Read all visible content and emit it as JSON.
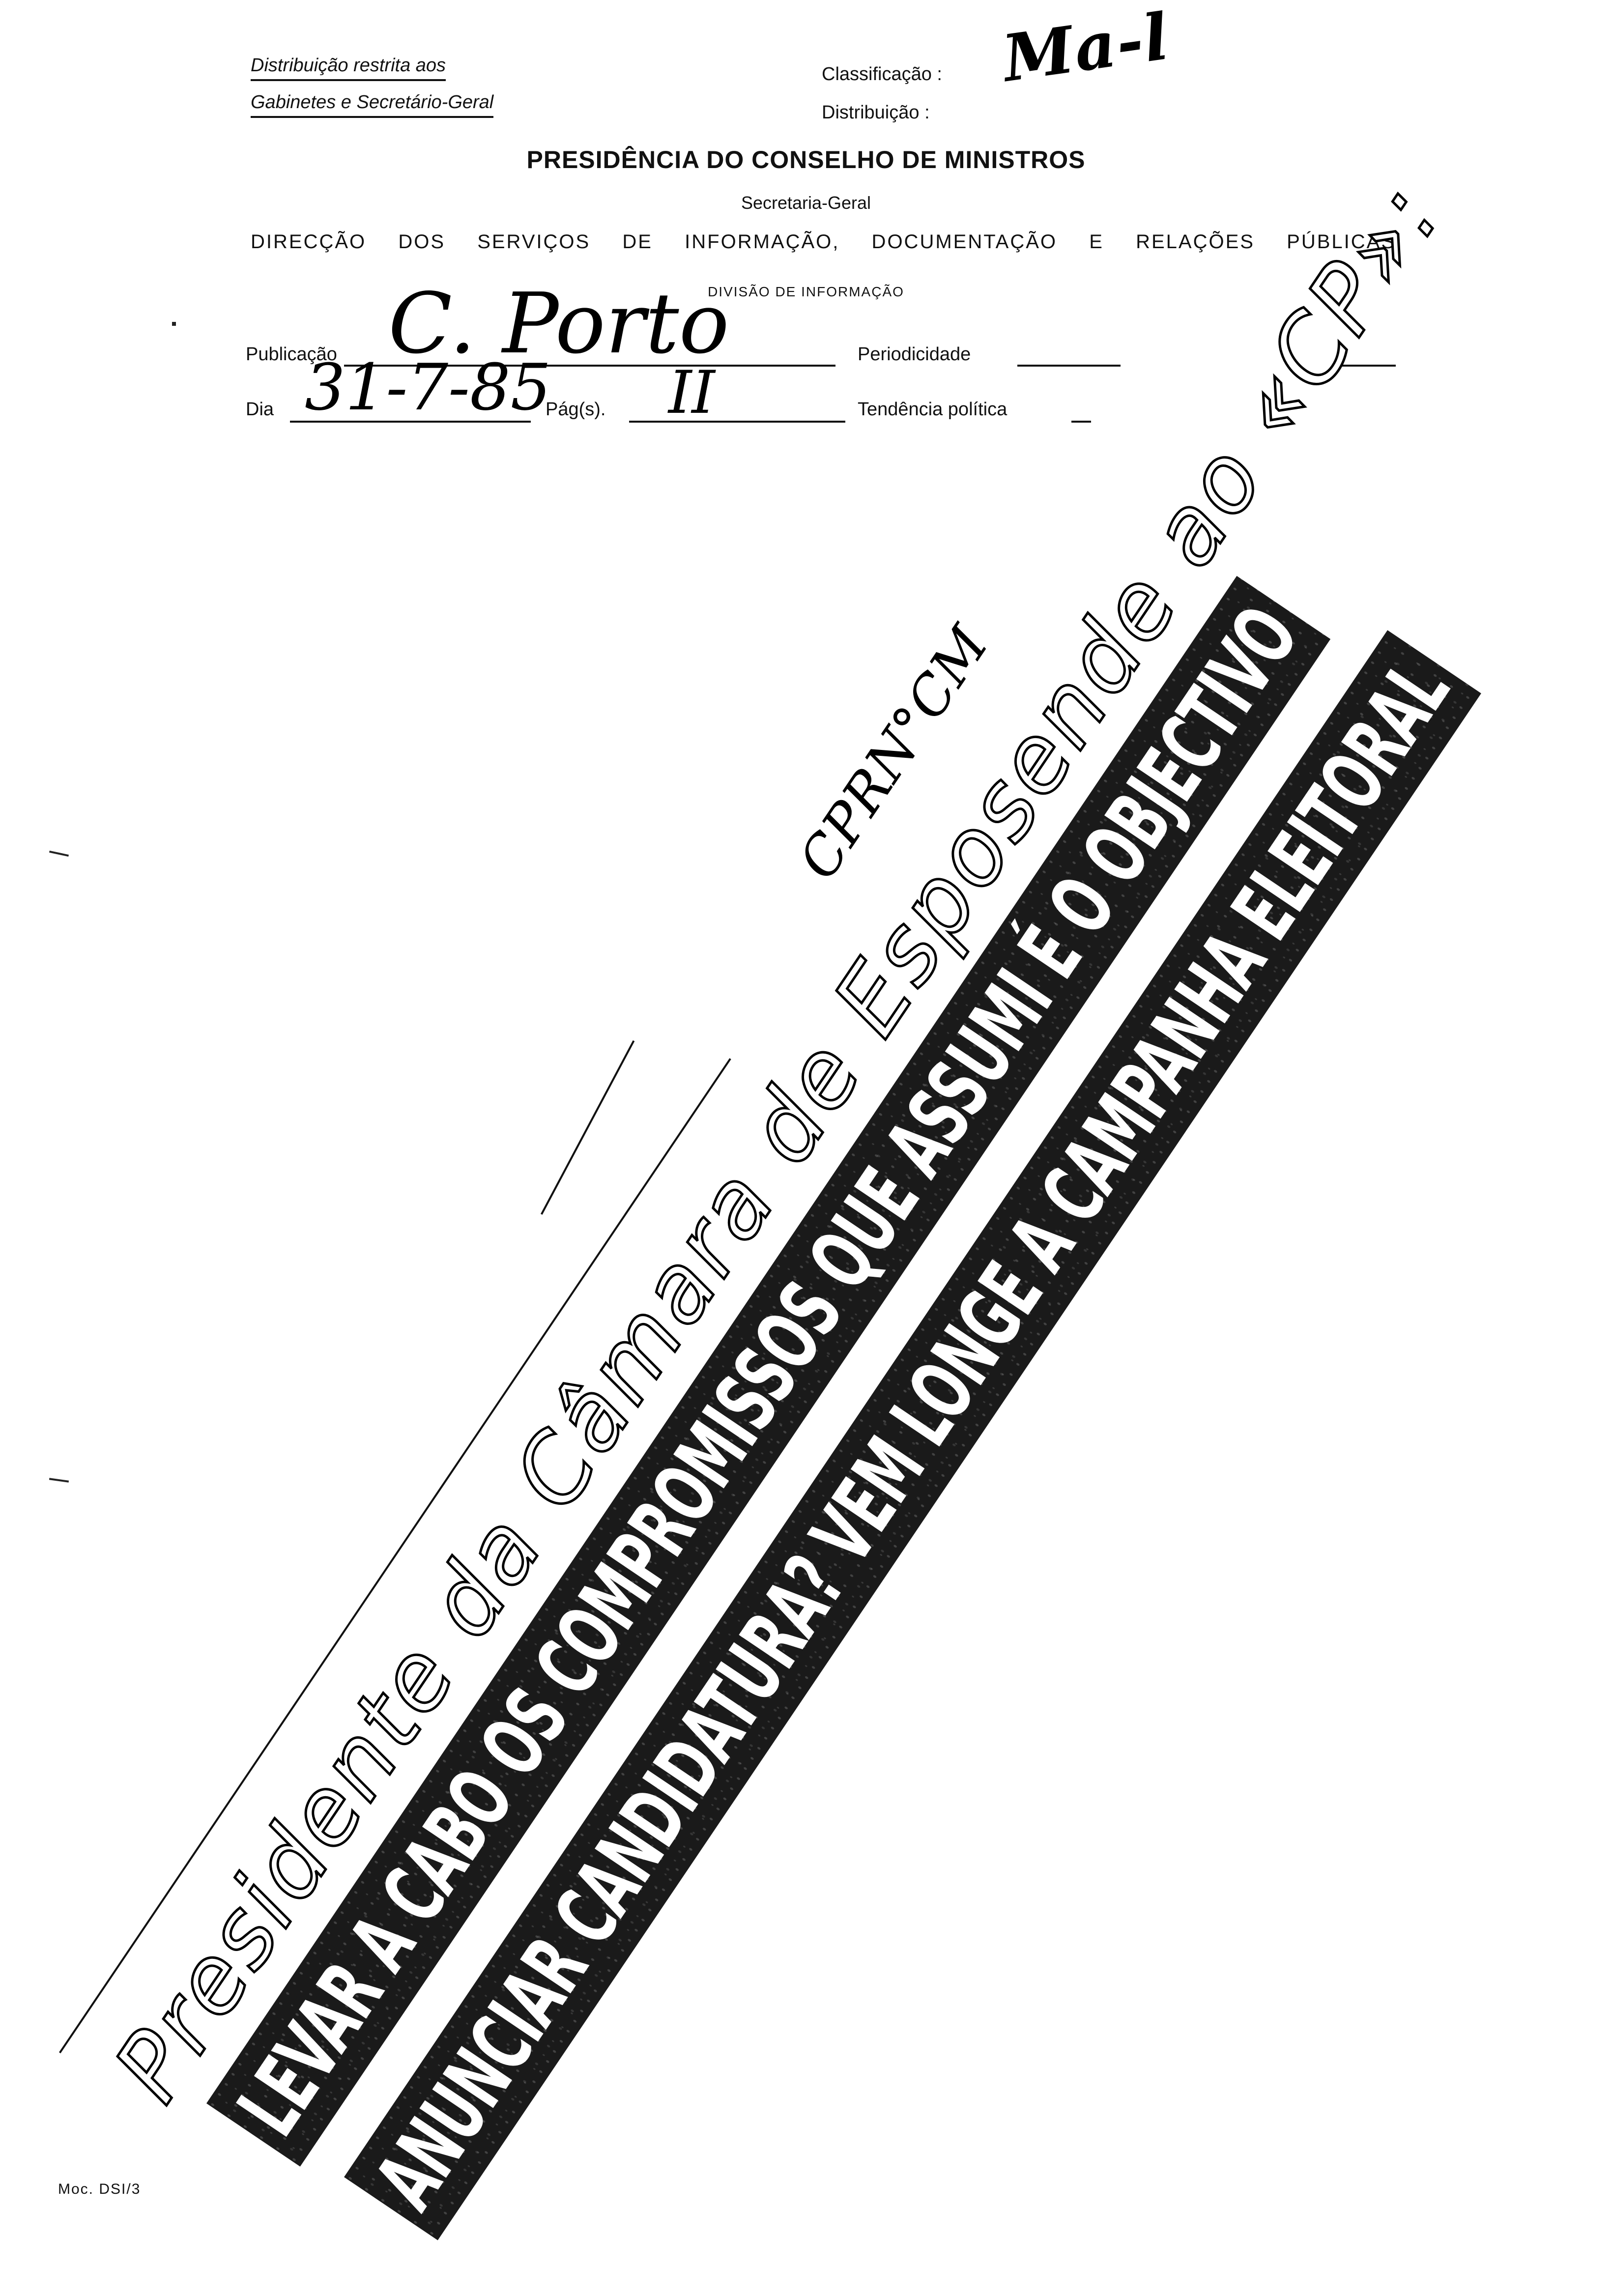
{
  "header": {
    "distribution_line1": "Distribuição restrita aos",
    "distribution_line2": "Gabinetes e Secretário-Geral",
    "classification_label": "Classificação :",
    "distribution_label": "Distribuição :",
    "handwritten_initials": "Ma-l"
  },
  "titles": {
    "main": "PRESIDÊNCIA DO CONSELHO DE MINISTROS",
    "sub": "Secretaria-Geral",
    "department": "DIRECÇÃO DOS SERVIÇOS DE INFORMAÇÃO, DOCUMENTAÇÃO E RELAÇÕES PÚBLICAS",
    "division": "DIVISÃO DE INFORMAÇÃO"
  },
  "form": {
    "publication_label": "Publicação",
    "publication_value": "C. Porto",
    "periodicity_label": "Periodicidade",
    "day_label": "Dia",
    "day_value": "31-7-85",
    "pages_label": "Pág(s).",
    "pages_value": "II",
    "tendency_label": "Tendência política"
  },
  "article": {
    "kicker": "Presidente da Câmara de Esposende ao «CP»:",
    "headline_line1": "LEVAR A CABO OS COMPROMISSOS QUE ASSUMI É O OBJECTIVO",
    "headline_line2": "ANUNCIAR CANDIDATURA? VEM LONGE A CAMPANHA ELEITORAL",
    "handwritten_note": "CPRN°CM"
  },
  "footer": {
    "model_code": "Moc. DSI/3"
  }
}
